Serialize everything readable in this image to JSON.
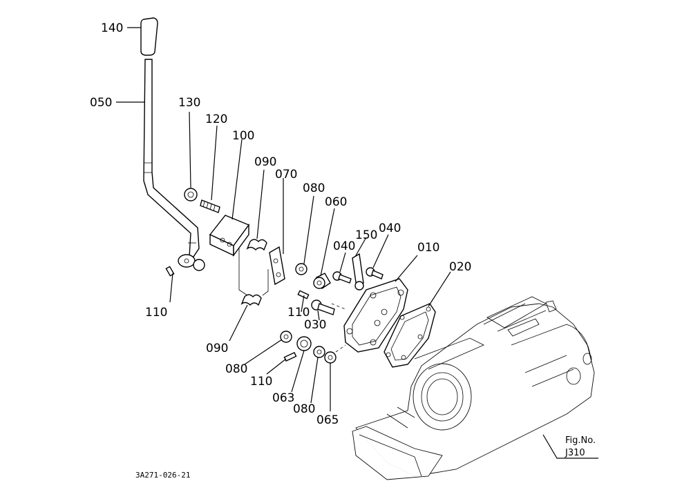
{
  "labels": {
    "p140": "140",
    "p050": "050",
    "p130": "130",
    "p120": "120",
    "p100": "100",
    "p090a": "090",
    "p070": "070",
    "p080a": "080",
    "p060": "060",
    "p150": "150",
    "p040a": "040",
    "p040b": "040",
    "p010": "010",
    "p020": "020",
    "p110a": "110",
    "p110b": "110",
    "p030": "030",
    "p090b": "090",
    "p080b": "080",
    "p110c": "110",
    "p063": "063",
    "p080c": "080",
    "p065": "065"
  },
  "fig": {
    "label": "Fig.No.",
    "number": "J310"
  },
  "drawing_number": "3A271-026-21"
}
